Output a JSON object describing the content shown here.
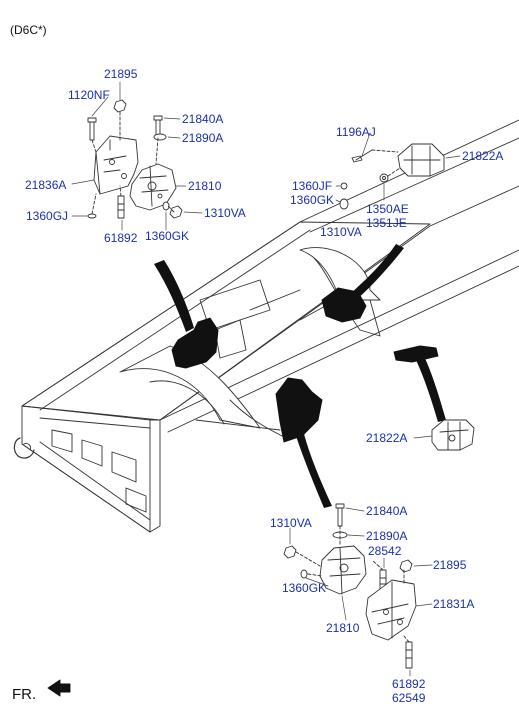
{
  "variant": "(D6C*)",
  "direction_label": "FR.",
  "callouts": {
    "c_1120NF": "1120NF",
    "c_21895_top": "21895",
    "c_21840A_top": "21840A",
    "c_21890A_top": "21890A",
    "c_21836A": "21836A",
    "c_21810_top": "21810",
    "c_1360GJ": "1360GJ",
    "c_1310VA_top": "1310VA",
    "c_61892_top": "61892",
    "c_1360GK_top": "1360GK",
    "c_1196AJ": "1196AJ",
    "c_21822A_top": "21822A",
    "c_1360JF": "1360JF",
    "c_1360GK_mid": "1360GK",
    "c_1350AE": "1350AE",
    "c_1351JE": "1351JE",
    "c_1310VA_mid": "1310VA",
    "c_21822A_mid": "21822A",
    "c_21840A_bot": "21840A",
    "c_1310VA_bot": "1310VA",
    "c_21890A_bot": "21890A",
    "c_28542": "28542",
    "c_21895_bot": "21895",
    "c_1360GK_bot": "1360GK",
    "c_21831A": "21831A",
    "c_21810_bot": "21810",
    "c_61892_bot": "61892",
    "c_62549": "62549"
  },
  "colors": {
    "callout_text": "#1a2fb0",
    "line_art": "#333333",
    "fill_dark": "#111111"
  }
}
